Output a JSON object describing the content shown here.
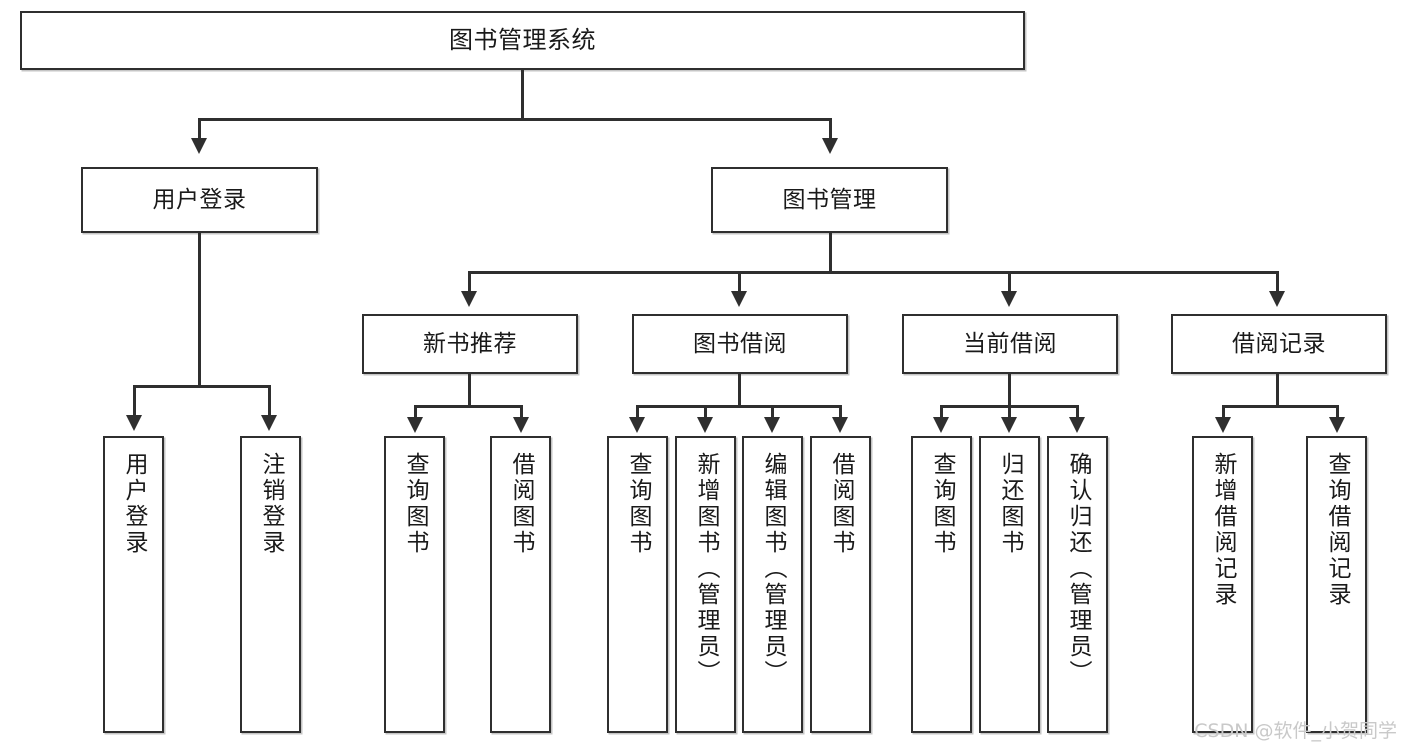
{
  "diagram": {
    "title": "图书管理系统",
    "watermark": "CSDN @软件_小贺同学",
    "colors": {
      "stroke": "#2f2f2f",
      "fill": "#ffffff",
      "text": "#1a1a1a",
      "watermark": "#c9c9c9"
    },
    "root": {
      "label": "图书管理系统"
    },
    "level2": [
      {
        "id": "user-login",
        "label": "用户登录"
      },
      {
        "id": "book-manage",
        "label": "图书管理"
      }
    ],
    "level3": [
      {
        "id": "new-book-rec",
        "label": "新书推荐"
      },
      {
        "id": "book-borrow",
        "label": "图书借阅"
      },
      {
        "id": "current-borrow",
        "label": "当前借阅"
      },
      {
        "id": "borrow-record",
        "label": "借阅记录"
      }
    ],
    "leaves": {
      "user_login": [
        {
          "id": "leaf-user-login",
          "label": "用户登录"
        },
        {
          "id": "leaf-logout",
          "label": "注销登录"
        }
      ],
      "new_book_rec": [
        {
          "id": "leaf-query-book-1",
          "label": "查询图书"
        },
        {
          "id": "leaf-borrow-book-1",
          "label": "借阅图书"
        }
      ],
      "book_borrow": [
        {
          "id": "leaf-query-book-2",
          "label": "查询图书"
        },
        {
          "id": "leaf-add-book",
          "label": "新增图书（管理员）"
        },
        {
          "id": "leaf-edit-book",
          "label": "编辑图书（管理员）"
        },
        {
          "id": "leaf-borrow-book-2",
          "label": "借阅图书"
        }
      ],
      "current_borrow": [
        {
          "id": "leaf-query-book-3",
          "label": "查询图书"
        },
        {
          "id": "leaf-return-book",
          "label": "归还图书"
        },
        {
          "id": "leaf-confirm-return",
          "label": "确认归还（管理员）"
        }
      ],
      "borrow_record": [
        {
          "id": "leaf-add-record",
          "label": "新增借阅记录"
        },
        {
          "id": "leaf-query-record",
          "label": "查询借阅记录"
        }
      ]
    }
  }
}
